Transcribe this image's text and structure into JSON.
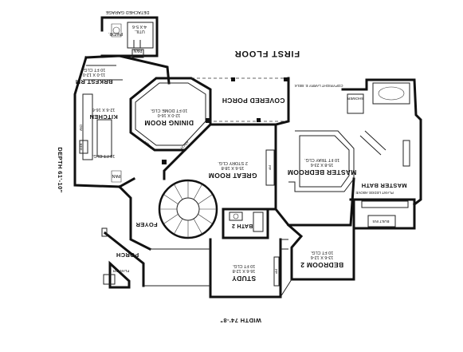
{
  "plan": {
    "title": "FIRST FLOOR",
    "width_label": "WIDTH 74'-8\"",
    "depth_label": "DEPTH 61'-10\"",
    "copyright": "COPYRIGHT LARRY E. BELK",
    "rooms": {
      "detached_garage": {
        "name": "DETACHED GARAGE"
      },
      "util": {
        "name": "UTIL.",
        "size": "4-X 5-6"
      },
      "pwdr": {
        "name": "PWDR."
      },
      "pan_top": {
        "name": "PAN"
      },
      "brkfst": {
        "name": "BRKFST RM",
        "size": "11-0 X 12-0",
        "ceiling": "10 FT CLG."
      },
      "kitchen": {
        "name": "KITCHEN",
        "size": "12-6 X 16-6",
        "ceiling": "10 FT CLG."
      },
      "pan_left": {
        "name": "PAN"
      },
      "dining": {
        "name": "DINING ROOM",
        "size": "12-0 X 16-0",
        "ceiling": "10 FT DOME CLG."
      },
      "covered_porch": {
        "name": "COVERED PORCH"
      },
      "great_room": {
        "name": "GREAT ROOM",
        "size": "15-6 X 18-8",
        "ceiling": "2 STORY CLG."
      },
      "master_bedroom": {
        "name": "MASTER BEDROOM",
        "size": "15-8 X 23-6",
        "ceiling": "10 FT TRAY CLG."
      },
      "master_bath": {
        "name": "MASTER BATH"
      },
      "foyer": {
        "name": "FOYER"
      },
      "porch": {
        "name": "PORCH"
      },
      "bath2": {
        "name": "BATH 2"
      },
      "bedroom2": {
        "name": "BEDROOM 2",
        "size": "13-6 X 12-6",
        "ceiling": "10 FT CLG."
      },
      "study": {
        "name": "STUDY",
        "size": "16-6 X 12-8",
        "ceiling": "10 FT CLG."
      }
    },
    "labels": {
      "fp_great": "FP",
      "fp_study": "FP",
      "arch1": "ARCH",
      "arch2": "ARCH",
      "dw": "DW",
      "ref": "REF",
      "planter": "PLANTER",
      "shower": "SHOWER",
      "built_ins": "BUILT INS",
      "plant_ledge": "PLANT LEDGE ABOVE"
    }
  }
}
